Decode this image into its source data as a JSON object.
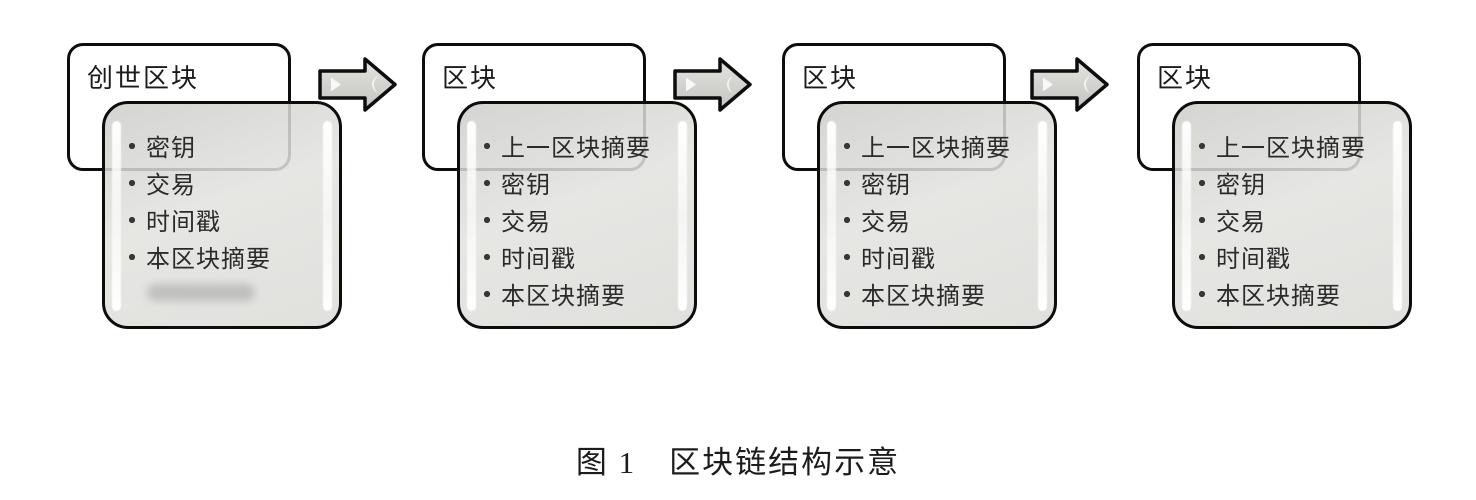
{
  "figure": {
    "caption": "图 1　区块链结构示意"
  },
  "blocks": [
    {
      "title": "创世区块",
      "items": [
        "密钥",
        "交易",
        "时间戳",
        "本区块摘要"
      ]
    },
    {
      "title": "区块",
      "items": [
        "上一区块摘要",
        "密钥",
        "交易",
        "时间戳",
        "本区块摘要"
      ]
    },
    {
      "title": "区块",
      "items": [
        "上一区块摘要",
        "密钥",
        "交易",
        "时间戳",
        "本区块摘要"
      ]
    },
    {
      "title": "区块",
      "items": [
        "上一区块摘要",
        "密钥",
        "交易",
        "时间戳",
        "本区块摘要"
      ]
    }
  ],
  "icons": {
    "flow_arrow": "block-arrow-right",
    "list_bullet": "dot"
  },
  "colors": {
    "outline": "#0d0d0d",
    "card_fill": "#d8d8d5",
    "arrow_fill": "#cfcfcc",
    "text": "#2b2b2b",
    "background": "#ffffff"
  }
}
